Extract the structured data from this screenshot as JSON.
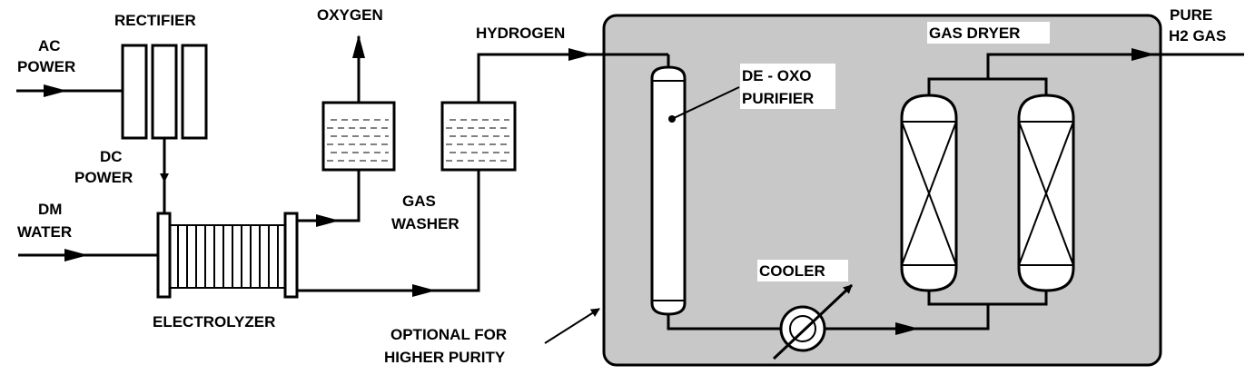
{
  "labels": {
    "rectifier": "RECTIFIER",
    "ac_power_1": "AC",
    "ac_power_2": "POWER",
    "dc_power_1": "DC",
    "dc_power_2": "POWER",
    "dm_water_1": "DM",
    "dm_water_2": "WATER",
    "electrolyzer": "ELECTROLYZER",
    "oxygen": "OXYGEN",
    "hydrogen": "HYDROGEN",
    "gas_washer_1": "GAS",
    "gas_washer_2": "WASHER",
    "deoxo_1": "DE - OXO",
    "deoxo_2": "PURIFIER",
    "gas_dryer": "GAS DRYER",
    "pure_1": "PURE",
    "pure_2": "H2 GAS",
    "cooler": "COOLER",
    "optional_1": "OPTIONAL FOR",
    "optional_2": "HIGHER PURITY"
  },
  "colors": {
    "panel_fill": "#c8c8c8",
    "stroke": "#000000",
    "background": "#ffffff"
  }
}
